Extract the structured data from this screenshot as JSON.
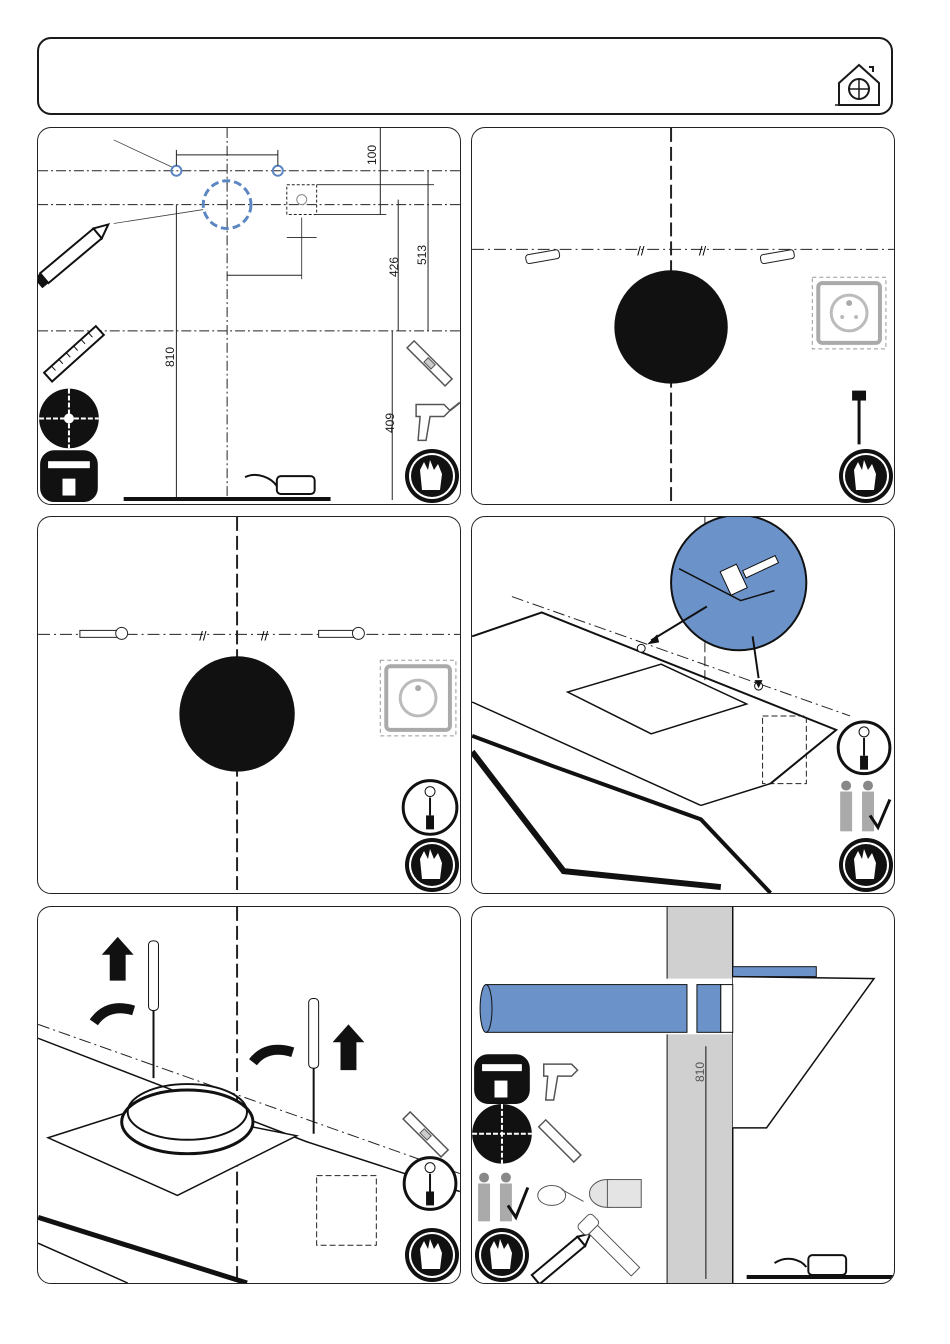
{
  "colors": {
    "accent_blue": "#6b93c9",
    "outline": "#1a1a1a",
    "mark_blue": "#5b86c2"
  },
  "icons": [
    "home-fan-icon",
    "pencil-icon",
    "ruler-icon",
    "level-icon",
    "drill-icon",
    "gloves-icon",
    "anchor-icon",
    "screw-icon",
    "socket-icon",
    "hammer-icon",
    "screwdriver-icon",
    "two-persons-icon",
    "tape-icon",
    "saw-icon",
    "hole-template-icon"
  ],
  "panel1": {
    "dim_100": "100",
    "dim_426": "426",
    "dim_513": "513",
    "dim_810": "810",
    "dim_409": "409"
  },
  "panel6": {
    "dim_810": "810"
  }
}
